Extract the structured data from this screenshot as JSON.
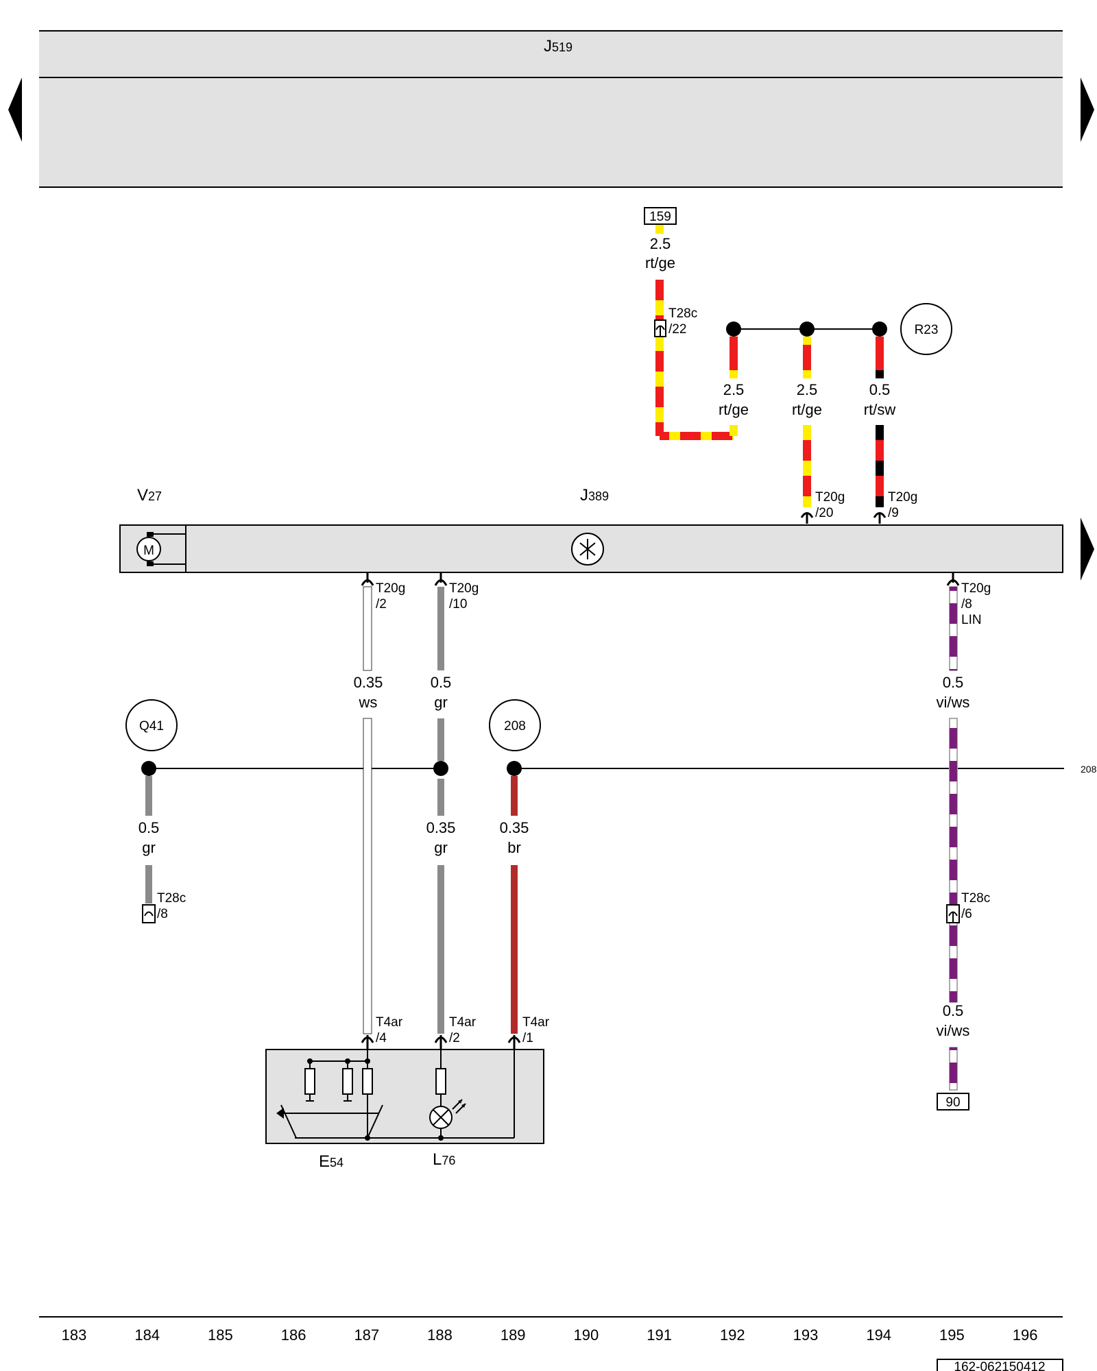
{
  "components": {
    "j519": {
      "letter": "J",
      "number": "519"
    },
    "v27": {
      "letter": "V",
      "number": "27"
    },
    "j389": {
      "letter": "J",
      "number": "389"
    },
    "e54": {
      "letter": "E",
      "number": "54"
    },
    "l76": {
      "letter": "L",
      "number": "76"
    },
    "motor_symbol": "M"
  },
  "references": {
    "r23": "R23",
    "q41": "Q41",
    "c208": "208",
    "right_edge": "208",
    "box_159": "159",
    "box_90": "90"
  },
  "wires": {
    "w159_size": "2.5",
    "w159_color": "rt/ge",
    "w192_size": "2.5",
    "w192_color": "rt/ge",
    "w193_size": "2.5",
    "w193_color": "rt/ge",
    "w194_size": "0.5",
    "w194_color": "rt/sw",
    "w187_size": "0.35",
    "w187_color": "ws",
    "w188a_size": "0.5",
    "w188a_color": "gr",
    "w195a_size": "0.5",
    "w195a_color": "vi/ws",
    "w184_size": "0.5",
    "w184_color": "gr",
    "w188b_size": "0.35",
    "w188b_color": "gr",
    "w189_size": "0.35",
    "w189_color": "br",
    "w195b_size": "0.5",
    "w195b_color": "vi/ws"
  },
  "connectors": {
    "t28c_22": {
      "name": "T28c",
      "pin": "/22"
    },
    "t20g_20": {
      "name": "T20g",
      "pin": "/20"
    },
    "t20g_9": {
      "name": "T20g",
      "pin": "/9"
    },
    "t20g_2": {
      "name": "T20g",
      "pin": "/2"
    },
    "t20g_10": {
      "name": "T20g",
      "pin": "/10"
    },
    "t20g_8": {
      "name": "T20g",
      "pin": "/8",
      "extra": "LIN"
    },
    "t28c_8": {
      "name": "T28c",
      "pin": "/8"
    },
    "t28c_6": {
      "name": "T28c",
      "pin": "/6"
    },
    "t4ar_4": {
      "name": "T4ar",
      "pin": "/4"
    },
    "t4ar_2": {
      "name": "T4ar",
      "pin": "/2"
    },
    "t4ar_1": {
      "name": "T4ar",
      "pin": "/1"
    }
  },
  "grid_numbers": [
    "183",
    "184",
    "185",
    "186",
    "187",
    "188",
    "189",
    "190",
    "191",
    "192",
    "193",
    "194",
    "195",
    "196"
  ],
  "footer_code": "162-062150412",
  "colors": {
    "rt": "#ee1c1c",
    "ge": "#ffee00",
    "sw": "#000000",
    "ws": "#ffffff",
    "gr": "#8a8a8a",
    "br": "#b22b2b",
    "vi": "#7b1c7b",
    "panel": "#e2e2e2"
  }
}
